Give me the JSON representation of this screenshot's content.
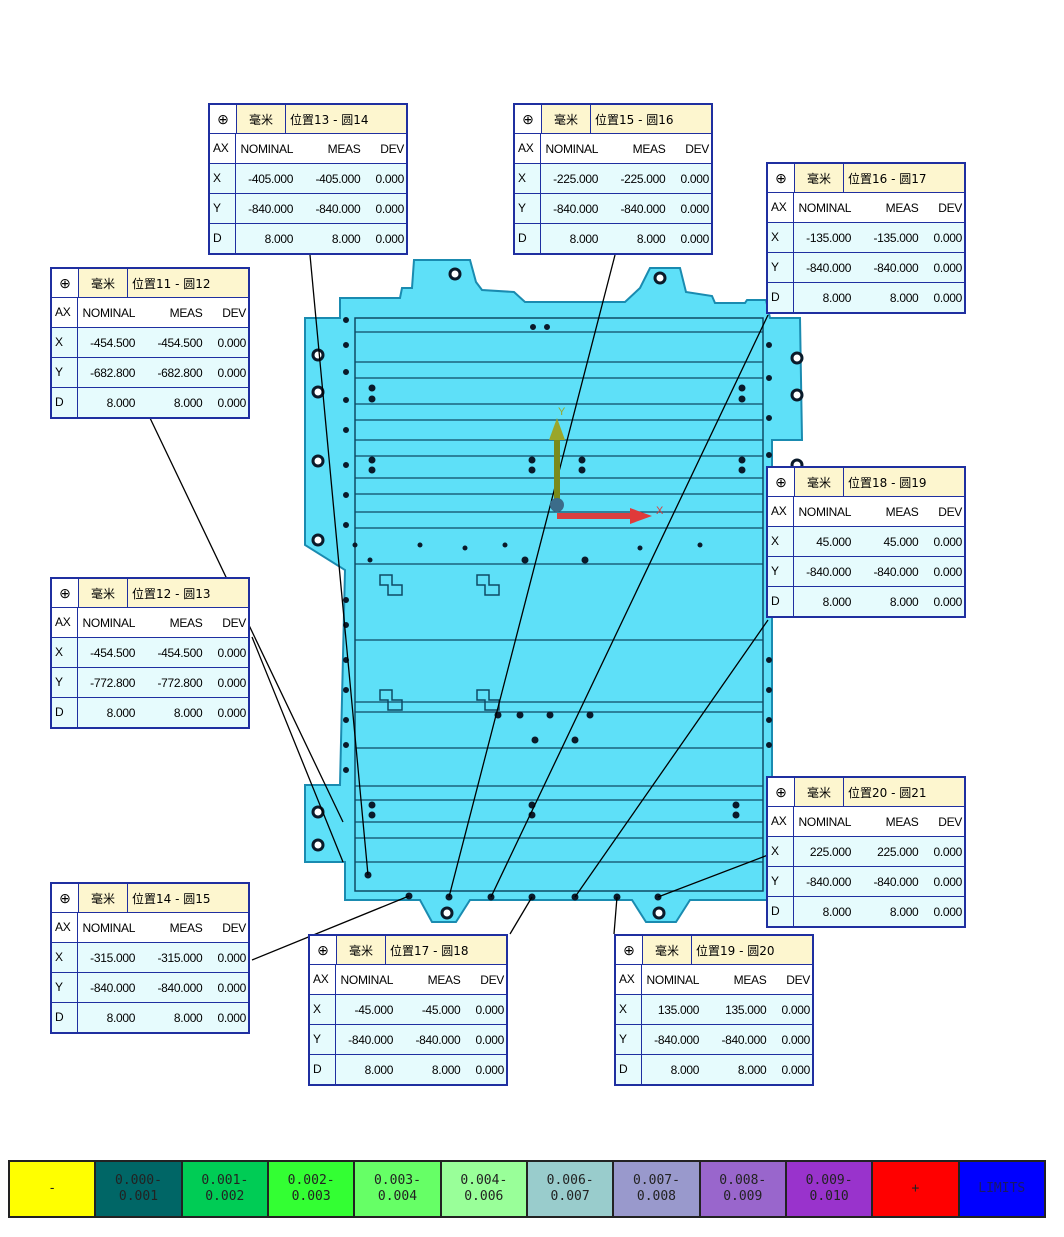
{
  "units": "毫米",
  "columns": [
    "AX",
    "NOMINAL",
    "MEAS",
    "DEV"
  ],
  "callouts": [
    {
      "id": "c1",
      "name": "位置13 - 圆14",
      "rows": [
        [
          "X",
          "-405.000",
          "-405.000",
          "0.000"
        ],
        [
          "Y",
          "-840.000",
          "-840.000",
          "0.000"
        ],
        [
          "D",
          "8.000",
          "8.000",
          "0.000"
        ]
      ]
    },
    {
      "id": "c2",
      "name": "位置15 - 圆16",
      "rows": [
        [
          "X",
          "-225.000",
          "-225.000",
          "0.000"
        ],
        [
          "Y",
          "-840.000",
          "-840.000",
          "0.000"
        ],
        [
          "D",
          "8.000",
          "8.000",
          "0.000"
        ]
      ]
    },
    {
      "id": "c3",
      "name": "位置16 - 圆17",
      "rows": [
        [
          "X",
          "-135.000",
          "-135.000",
          "0.000"
        ],
        [
          "Y",
          "-840.000",
          "-840.000",
          "0.000"
        ],
        [
          "D",
          "8.000",
          "8.000",
          "0.000"
        ]
      ]
    },
    {
      "id": "c4",
      "name": "位置11 - 圆12",
      "rows": [
        [
          "X",
          "-454.500",
          "-454.500",
          "0.000"
        ],
        [
          "Y",
          "-682.800",
          "-682.800",
          "0.000"
        ],
        [
          "D",
          "8.000",
          "8.000",
          "0.000"
        ]
      ]
    },
    {
      "id": "c5",
      "name": "位置18 - 圆19",
      "rows": [
        [
          "X",
          "45.000",
          "45.000",
          "0.000"
        ],
        [
          "Y",
          "-840.000",
          "-840.000",
          "0.000"
        ],
        [
          "D",
          "8.000",
          "8.000",
          "0.000"
        ]
      ]
    },
    {
      "id": "c6",
      "name": "位置12 - 圆13",
      "rows": [
        [
          "X",
          "-454.500",
          "-454.500",
          "0.000"
        ],
        [
          "Y",
          "-772.800",
          "-772.800",
          "0.000"
        ],
        [
          "D",
          "8.000",
          "8.000",
          "0.000"
        ]
      ]
    },
    {
      "id": "c7",
      "name": "位置20 - 圆21",
      "rows": [
        [
          "X",
          "225.000",
          "225.000",
          "0.000"
        ],
        [
          "Y",
          "-840.000",
          "-840.000",
          "0.000"
        ],
        [
          "D",
          "8.000",
          "8.000",
          "0.000"
        ]
      ]
    },
    {
      "id": "c8",
      "name": "位置14 - 圆15",
      "rows": [
        [
          "X",
          "-315.000",
          "-315.000",
          "0.000"
        ],
        [
          "Y",
          "-840.000",
          "-840.000",
          "0.000"
        ],
        [
          "D",
          "8.000",
          "8.000",
          "0.000"
        ]
      ]
    },
    {
      "id": "c9",
      "name": "位置17 - 圆18",
      "rows": [
        [
          "X",
          "-45.000",
          "-45.000",
          "0.000"
        ],
        [
          "Y",
          "-840.000",
          "-840.000",
          "0.000"
        ],
        [
          "D",
          "8.000",
          "8.000",
          "0.000"
        ]
      ]
    },
    {
      "id": "c10",
      "name": "位置19 - 圆20",
      "rows": [
        [
          "X",
          "135.000",
          "135.000",
          "0.000"
        ],
        [
          "Y",
          "-840.000",
          "-840.000",
          "0.000"
        ],
        [
          "D",
          "8.000",
          "8.000",
          "0.000"
        ]
      ]
    }
  ],
  "axis_labels": {
    "x": "X",
    "y": "Y"
  },
  "legend": [
    {
      "label": "-",
      "color": "#ffff00"
    },
    {
      "label": "0.000-\n0.001",
      "color": "#006666"
    },
    {
      "label": "0.001-\n0.002",
      "color": "#00cc55"
    },
    {
      "label": "0.002-\n0.003",
      "color": "#33ff33"
    },
    {
      "label": "0.003-\n0.004",
      "color": "#66ff66"
    },
    {
      "label": "0.004-\n0.006",
      "color": "#99ff99"
    },
    {
      "label": "0.006-\n0.007",
      "color": "#99cccc"
    },
    {
      "label": "0.007-\n0.008",
      "color": "#9999cc"
    },
    {
      "label": "0.008-\n0.009",
      "color": "#9966cc"
    },
    {
      "label": "0.009-\n0.010",
      "color": "#9933cc"
    },
    {
      "label": "+",
      "color": "#ff0000"
    },
    {
      "label": "LIMITS",
      "color": "#0000ff"
    }
  ],
  "colors": {
    "part_fill": "#5ee0f8",
    "part_stroke": "#1a8bb0",
    "callout_border": "#1f2fa0",
    "leader": "#000000"
  }
}
